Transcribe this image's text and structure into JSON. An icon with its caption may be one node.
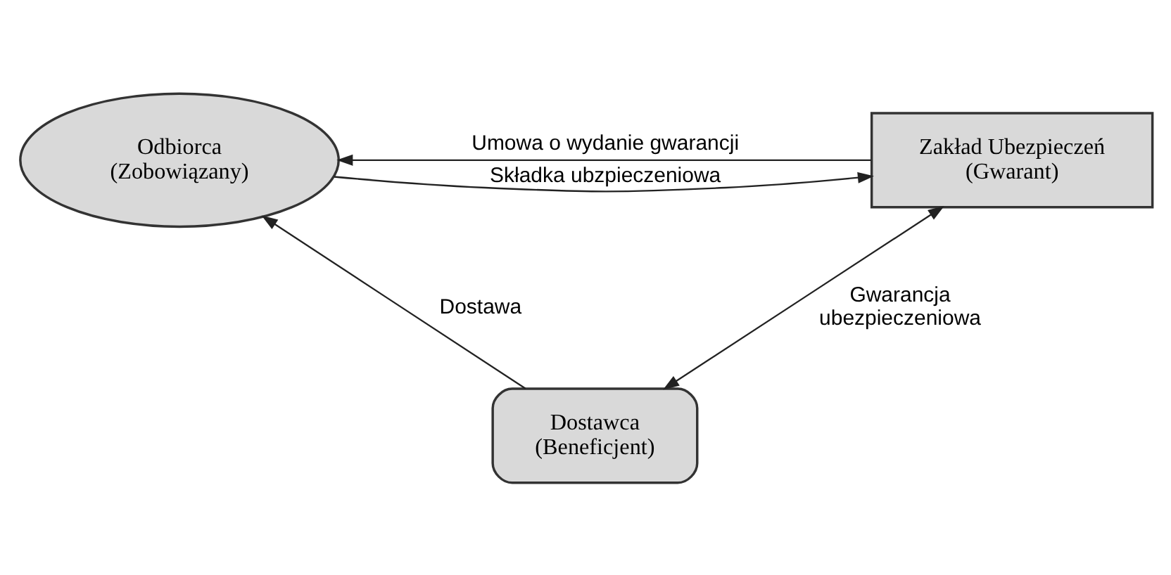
{
  "diagram": {
    "nodes": [
      {
        "text": [
          "Odbiorca (Zobowiązany)"
        ]
      },
      {
        "text": [
          "Zakład Ubezpieczeń (Gwarant)"
        ]
      },
      {
        "text": [
          "Dostawca (Beneficjent)"
        ]
      }
    ],
    "edges": [
      {
        "from": 1,
        "to": 0,
        "arrow": "to",
        "label": "Umowa o wydanie gwarancji"
      },
      {
        "from": 0,
        "to": 1,
        "arrow": "to",
        "label": "Składka ubzpieczeniowa"
      },
      {
        "from": 2,
        "to": 0,
        "arrow": "to",
        "label": "Dostawa"
      },
      {
        "from": 1,
        "to": 2,
        "arrow": "both",
        "label": "Gwarancja ubezpieczeniowa"
      }
    ]
  }
}
